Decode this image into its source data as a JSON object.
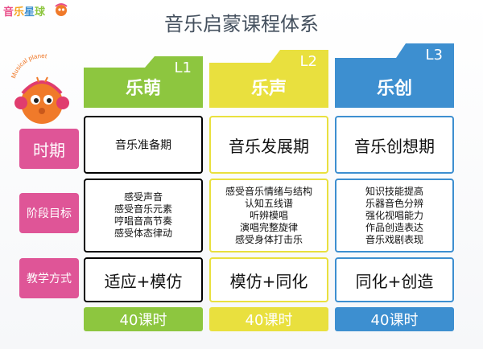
{
  "brand": {
    "chars": [
      {
        "t": "音",
        "color": "#e94e8a"
      },
      {
        "t": "乐",
        "color": "#f5a623"
      },
      {
        "t": "星",
        "color": "#3d8fd0"
      },
      {
        "t": "球",
        "color": "#8dc63f"
      }
    ],
    "mascot_text": "Musical planet"
  },
  "title": "音乐启蒙课程体系",
  "colors": {
    "green": "#8dc63f",
    "yellow": "#e9e03e",
    "blue": "#3d8fd0",
    "pink": "#df5597"
  },
  "levels": [
    {
      "code": "L1",
      "name": "乐萌",
      "color": "#8dc63f"
    },
    {
      "code": "L2",
      "name": "乐声",
      "color": "#e9e03e"
    },
    {
      "code": "L3",
      "name": "乐创",
      "color": "#3d8fd0"
    }
  ],
  "rows": {
    "period": {
      "label": "时期",
      "values": [
        "音乐准备期",
        "音乐发展期",
        "音乐创想期"
      ]
    },
    "goals": {
      "label": "阶段目标",
      "values": [
        [
          "感受声音",
          "感受音乐元素",
          "哼唱音高节奏",
          "感受体态律动"
        ],
        [
          "感受音乐情绪与结构",
          "认知五线谱",
          "听辨模唱",
          "演唱完整旋律",
          "感受身体打击乐"
        ],
        [
          "知识技能提高",
          "乐器音色分辨",
          "强化视唱能力",
          "作品创造表达",
          "音乐戏剧表现"
        ]
      ]
    },
    "method": {
      "label": "教学方式",
      "values": [
        "适应+模仿",
        "模仿+同化",
        "同化+创造"
      ]
    }
  },
  "hours": [
    "40课时",
    "40课时",
    "40课时"
  ]
}
